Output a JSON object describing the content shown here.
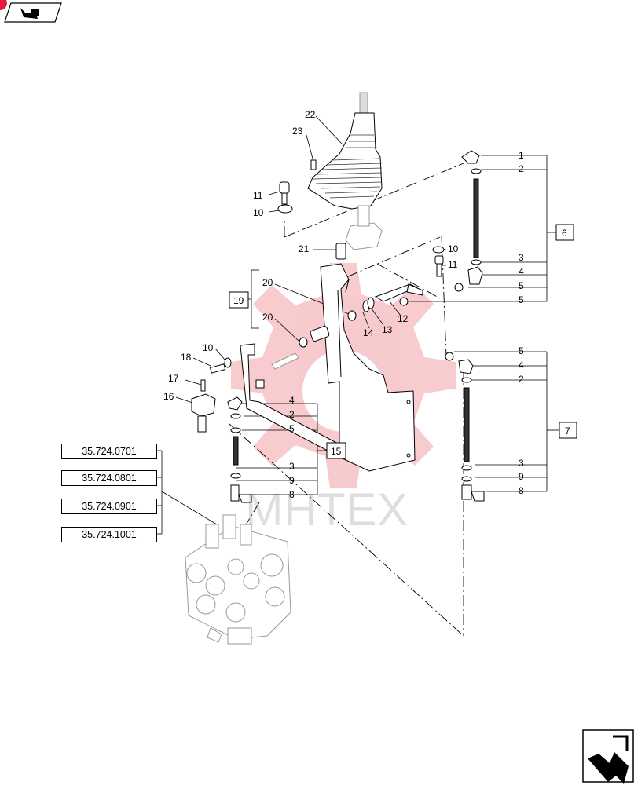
{
  "watermark_text": "MHTEX",
  "part_labels": {
    "p1": "1",
    "p2a": "2",
    "p3a": "3",
    "p4a": "4",
    "p5a": "5",
    "p5b": "5",
    "p5c": "5",
    "p4b": "4",
    "p2b": "2",
    "p3b": "3",
    "p9b": "9",
    "p8b": "8",
    "p4c": "4",
    "p2c": "2",
    "p5d": "5",
    "p3c": "3",
    "p9c": "9",
    "p8c": "8",
    "p22": "22",
    "p23": "23",
    "p11a": "11",
    "p10a": "10",
    "p21": "21",
    "p10b": "10",
    "p11b": "11",
    "p20a": "20",
    "p20b": "20",
    "p14": "14",
    "p13": "13",
    "p12": "12",
    "p10c": "10",
    "p18": "18",
    "p17": "17",
    "p16": "16"
  },
  "kit_labels": {
    "k6": "6",
    "k7": "7",
    "k19": "19",
    "k15": "15"
  },
  "references": [
    "35.724.0701",
    "35.724.0801",
    "35.724.0901",
    "35.724.1001"
  ],
  "icons": {
    "top_left": "navigate-back-icon",
    "bottom_right": "next-page-arrow-icon"
  },
  "colors": {
    "line": "#000000",
    "part_gray": "#9a9a9a",
    "watermark_red": "#f2a0a6",
    "badge": "#e21b3c"
  }
}
